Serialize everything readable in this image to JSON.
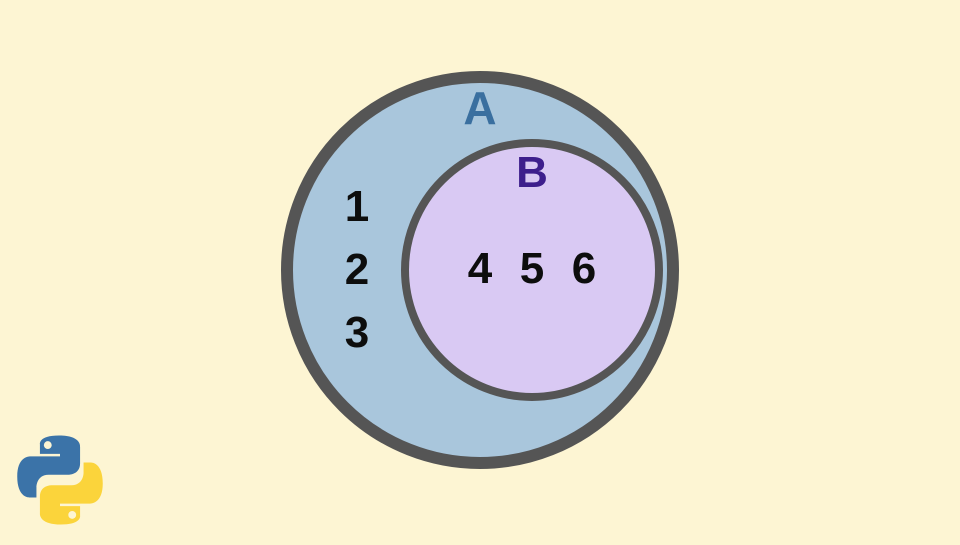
{
  "diagram": {
    "type": "venn-subset",
    "title": "",
    "sets": [
      {
        "id": "A",
        "label": "A",
        "fill": "#a9c6dc",
        "stroke": "#555555",
        "label_color": "#3a6f9f",
        "elements_only_in_set": [
          "1",
          "2",
          "3"
        ]
      },
      {
        "id": "B",
        "label": "B",
        "fill": "#d9c9f3",
        "stroke": "#555555",
        "label_color": "#3d1e8c",
        "elements": [
          "4",
          "5",
          "6"
        ],
        "subset_of": "A"
      }
    ],
    "elements": {
      "a_only": [
        "1",
        "2",
        "3"
      ],
      "b": [
        "4",
        "5",
        "6"
      ]
    },
    "background": "#fdf5d3"
  },
  "logo": {
    "name": "python-logo",
    "colors": [
      "#3b73a8",
      "#fbd43b"
    ]
  }
}
